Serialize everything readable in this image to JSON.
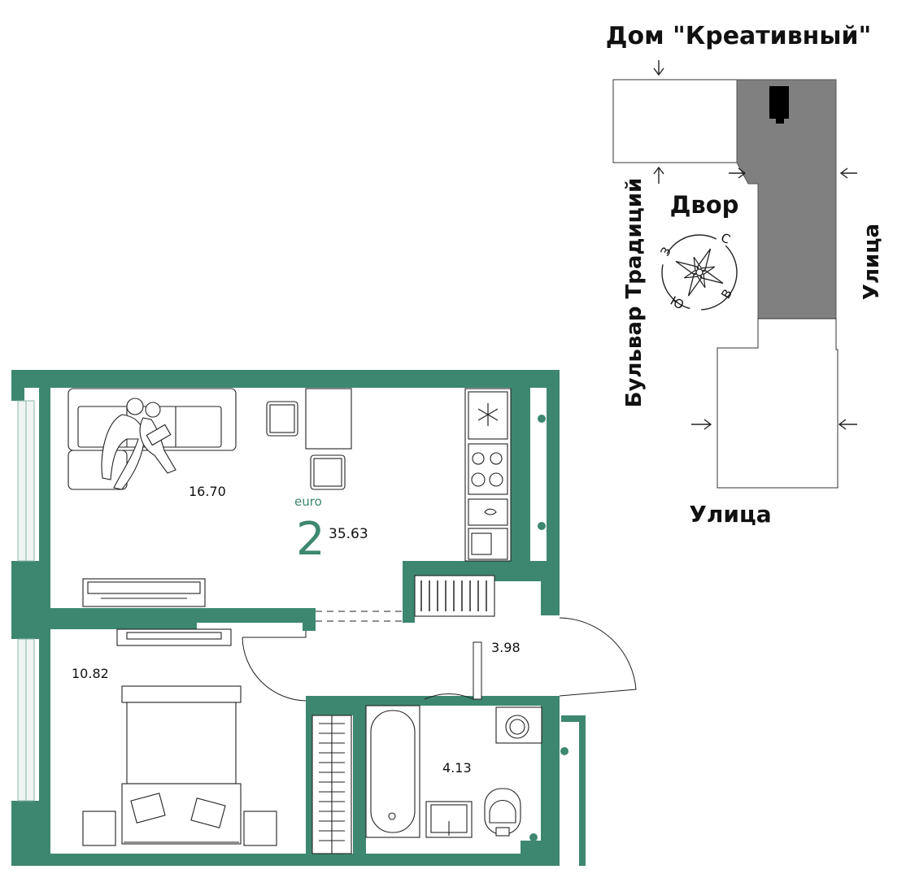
{
  "site_plan": {
    "building_name": "Дом \"Креативный\"",
    "yard": "Двор",
    "street_left": "Бульвар Традиций",
    "street_right": "Улица",
    "street_bottom": "Улица",
    "compass": {
      "north": "С",
      "east": "В",
      "south": "Ю",
      "west": "З"
    }
  },
  "apartment": {
    "type_label": "euro",
    "rooms": "2",
    "total_area": "35.63",
    "room_areas": {
      "living": "16.70",
      "bedroom": "10.82",
      "hall": "3.98",
      "bathroom": "4.13"
    }
  },
  "colors": {
    "wall": "#3d8770",
    "building": "#808080",
    "ink": "#111111"
  }
}
